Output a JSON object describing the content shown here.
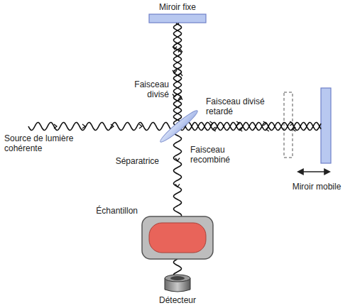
{
  "diagram": {
    "labels": [
      "Miroir fixe",
      "Faisceau divisé",
      "Faisceau divisé retardé",
      "Source de lumière cohérente",
      "Séparatrice",
      "Faisceau recombiné",
      "Miroir mobile",
      "Échantillon",
      "Détecteur"
    ]
  }
}
